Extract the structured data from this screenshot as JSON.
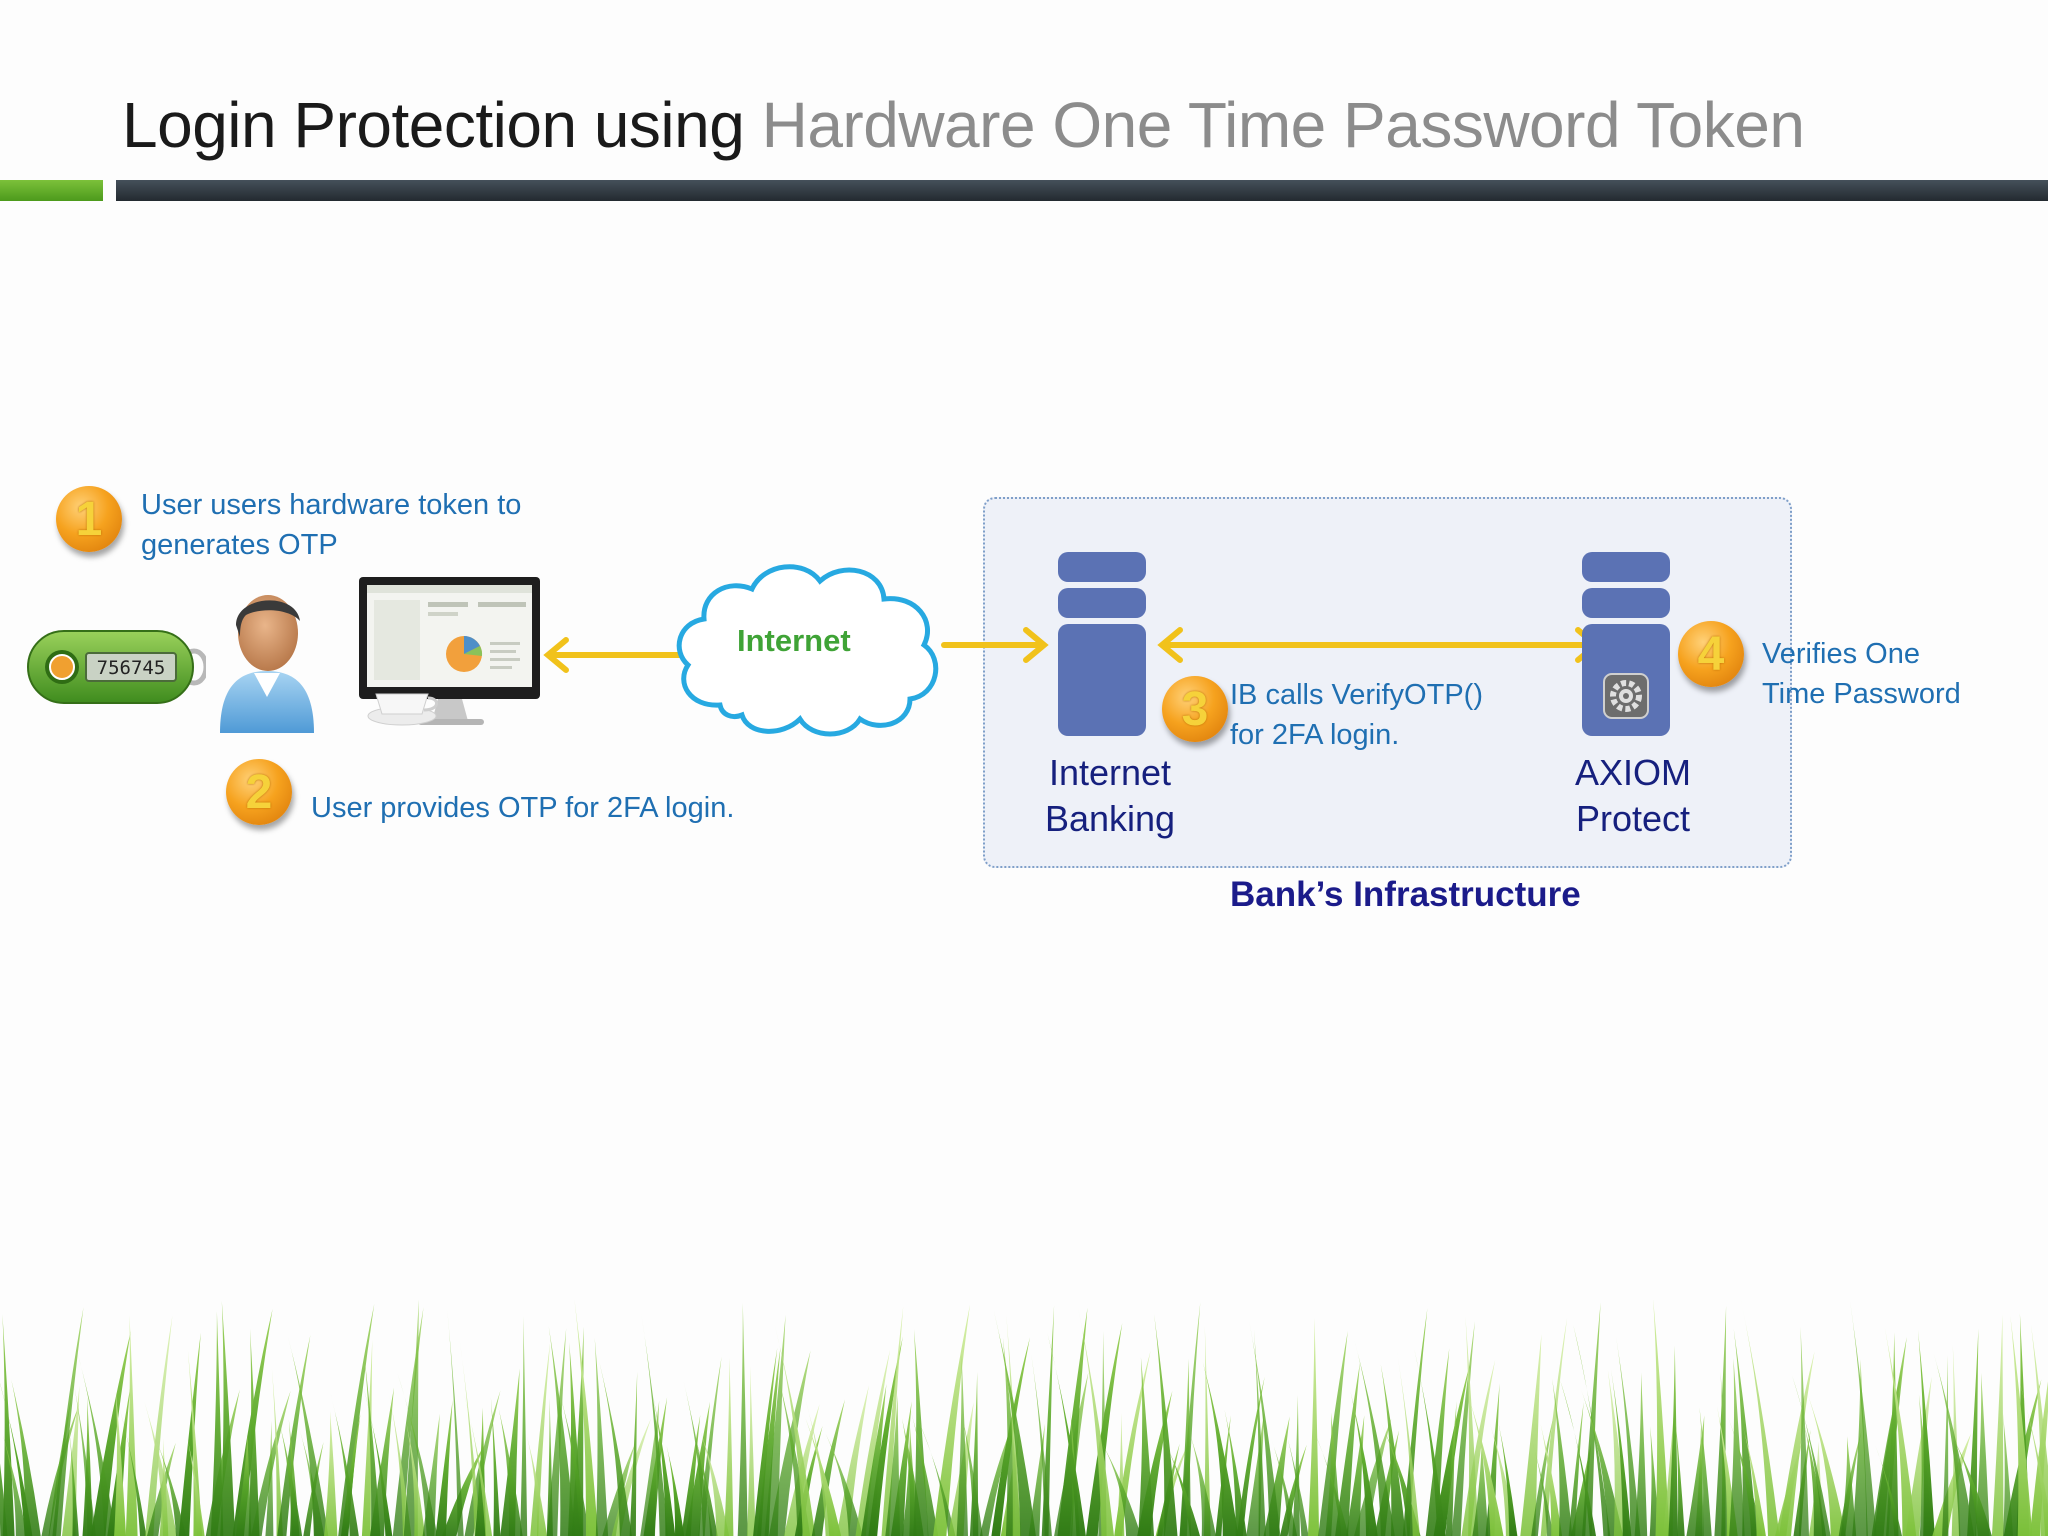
{
  "title": {
    "main": "Login Protection using",
    "sub": "Hardware One Time Password Token"
  },
  "token": {
    "display": "756745"
  },
  "cloud": {
    "label": "Internet"
  },
  "steps": [
    {
      "number": "1",
      "text_line1": "User users hardware token to",
      "text_line2": "generates OTP"
    },
    {
      "number": "2",
      "text_line1": "User provides OTP for 2FA login."
    },
    {
      "number": "3",
      "text_line1": "IB calls VerifyOTP()",
      "text_line2": "for 2FA login."
    },
    {
      "number": "4",
      "text_line1": "Verifies One",
      "text_line2": "Time Password"
    }
  ],
  "servers": {
    "internet_banking": {
      "line1": "Internet",
      "line2": "Banking"
    },
    "axiom": {
      "line1": "AXIOM",
      "line2": "Protect"
    }
  },
  "bank_box": {
    "caption": "Bank’s Infrastructure"
  },
  "colors": {
    "accent_green": "#5aa82a",
    "arrow": "#f1c21b",
    "server": "#5b72b4",
    "step_text": "#1f6fb2",
    "badge_orange": "#f6a21e",
    "cloud_stroke": "#27a9e1"
  },
  "icons": {
    "user": "user-icon",
    "computer": "computer-icon",
    "token": "hardware-token-icon",
    "cloud": "cloud-icon",
    "server": "server-icon",
    "gear": "gear-icon"
  }
}
